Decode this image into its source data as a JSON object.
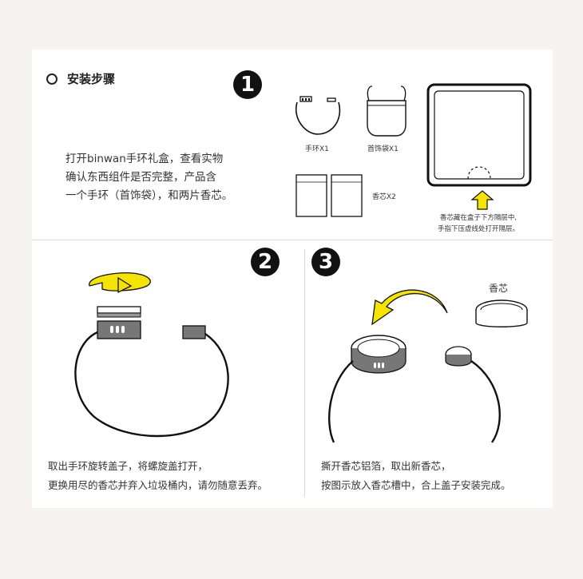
{
  "section": {
    "title": "安装步骤"
  },
  "steps": [
    {
      "number": "1"
    },
    {
      "number": "2"
    },
    {
      "number": "3"
    }
  ],
  "step1": {
    "description_lines": [
      "打开binwan手环礼盒，查看实物",
      "确认东西组件是否完整，产品含",
      "一个手环（首饰袋），和两片香芯。"
    ],
    "label_bracelet": "手环X1",
    "label_pouch": "首饰袋X1",
    "label_refill": "香芯X2",
    "note_lines": [
      "香芯藏在盒子下方隔层中,",
      "手指下压虚线处打开隔层。"
    ]
  },
  "step2": {
    "caption_lines": [
      "取出手环旋转盖子，将螺旋盖打开，",
      "更换用尽的香芯并弃入垃圾桶内，请勿随意丢弃。"
    ]
  },
  "step3": {
    "label_refill": "香芯",
    "caption_lines": [
      "撕开香芯铝箔，取出新香芯，",
      "按图示放入香芯槽中，合上盖子安装完成。"
    ]
  },
  "colors": {
    "accent_yellow": "#f5e400",
    "panel_gray": "#6e6e6e",
    "badge_black": "#111111",
    "page_bg": "#f6f3f0"
  }
}
